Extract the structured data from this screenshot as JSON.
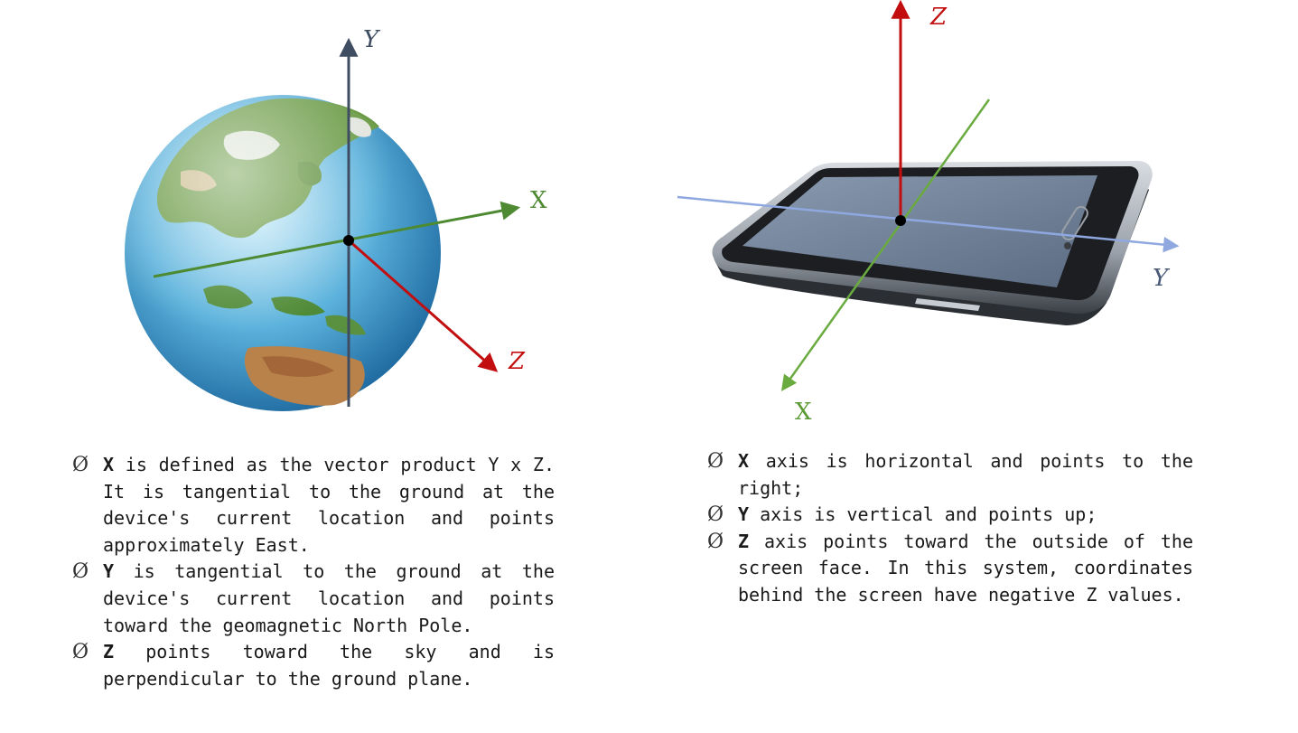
{
  "earth_diagram": {
    "axes": {
      "y_label": "Y",
      "x_label": "X",
      "z_label": "Z"
    },
    "colors": {
      "y_axis": "#3f4d63",
      "x_axis": "#4e8a32",
      "z_axis": "#c20e0e"
    }
  },
  "phone_diagram": {
    "axes": {
      "z_label": "Z",
      "y_label": "Y",
      "x_label": "X"
    },
    "colors": {
      "z_axis": "#c20e0e",
      "y_axis": "#8fa8e0",
      "x_axis": "#6aab3f",
      "y_label": "#4a5878",
      "x_label": "#5c9a36"
    }
  },
  "bullet_marker": "Ø",
  "left_bullets": [
    {
      "key": "X",
      "text": "is defined as the vector product Y x Z. It is tangential to the ground at the device's current location and points approximately East."
    },
    {
      "key": "Y",
      "text": "is tangential to the ground at the device's current location and points toward the geomagnetic North Pole."
    },
    {
      "key": "Z",
      "text": "points toward the sky and is perpendicular to the ground plane."
    }
  ],
  "right_bullets": [
    {
      "key": "X",
      "text": "axis is horizontal and points to the right;"
    },
    {
      "key": "Y",
      "text": "axis is vertical and points up;"
    },
    {
      "key": "Z",
      "text": "axis points toward the outside of the screen face. In this system, coordinates behind the screen have negative Z values."
    }
  ]
}
